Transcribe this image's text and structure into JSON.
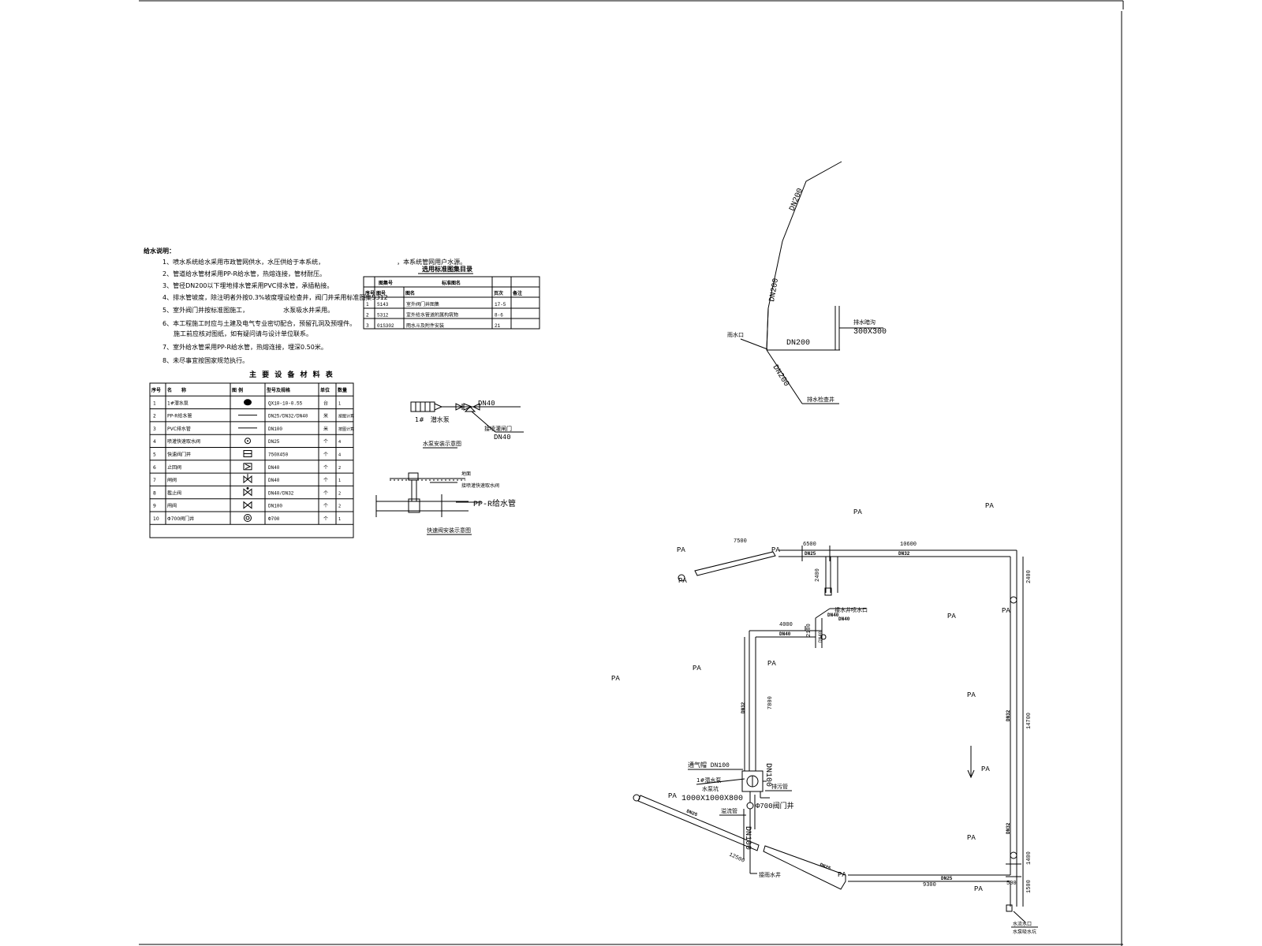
{
  "notes": {
    "title": "给水说明：",
    "items": [
      "1、喷水系统给水采用市政管网供水，水压供给于本系统，　　　　　　　　　　　　，本系统管网用户水源。",
      "2、管道给水管材采用PP-R给水管，热熔连接，管材耐压。",
      "3、管径DN200以下埋地排水管采用PVC排水管，承插粘接。",
      "4、排水管坡度，除注明者外按0.3%坡度埋设检查井，阀门井采用标准图集S312",
      "5、室外阀门井按标准图施工，　　　　　　水泵吸水井采用。",
      "6、本工程施工时应与土建及电气专业密切配合，预留孔洞及预埋件。",
      "施工前应核对图纸，如有疑问请与设计单位联系。",
      "7、室外给水管采用PP-R给水管，热熔连接，埋深0.50米。",
      "8、未尽事宜按国家规范执行。"
    ]
  },
  "materials": {
    "title": "主 要 设 备 材 料 表",
    "headers": [
      "序号",
      "名　　称",
      "图 例",
      "型号及规格",
      "单位",
      "数量"
    ],
    "rows": [
      [
        "1",
        "1#潜水泵",
        "pump",
        "QX10-10-0.55",
        "台",
        "1"
      ],
      [
        "2",
        "PP-R给水管",
        "line",
        "DN25/DN32/DN40",
        "米",
        "按图计算"
      ],
      [
        "3",
        "PVC排水管",
        "line",
        "DN100",
        "米",
        "按图计算"
      ],
      [
        "4",
        "喷灌快速取水阀",
        "circle",
        "DN25",
        "个",
        "4"
      ],
      [
        "5",
        "快速阀门井",
        "box",
        "750X450",
        "个",
        "4"
      ],
      [
        "6",
        "止回阀",
        "check",
        "DN40",
        "个",
        "2"
      ],
      [
        "7",
        "闸阀",
        "gate",
        "DN40",
        "个",
        "1"
      ],
      [
        "8",
        "截止阀",
        "stop",
        "DN40/DN32",
        "个",
        "2"
      ],
      [
        "9",
        "闸阀",
        "gate2",
        "DN100",
        "个",
        "2"
      ],
      [
        "10",
        "Φ700阀门井",
        "well",
        "Φ700",
        "个",
        "1"
      ]
    ]
  },
  "stdtable": {
    "title": "选用标准图集目录",
    "headers": [
      "序号",
      "图号",
      "图名",
      "页次",
      "备注"
    ],
    "group_headers": [
      "图集号",
      "标准图名"
    ],
    "rows": [
      [
        "1",
        "S143",
        "室外阀门井图集",
        "17-5",
        ""
      ],
      [
        "2",
        "S312",
        "室外给水管道附属构筑物",
        "8-6",
        ""
      ],
      [
        "3",
        "01S302",
        "雨水斗及附件安装",
        "21",
        ""
      ]
    ]
  },
  "pump_detail": {
    "pump_label": "1#　潜水泵",
    "dn_top": "DN40",
    "valve_note": "接喷灌闸门",
    "dn_bottom": "DN40",
    "caption": "水泵安装示意图"
  },
  "valve_detail": {
    "ground": "地面",
    "valve_label": "接喷灌快速取水阀",
    "pipe_label": "PP-R给水管",
    "caption": "快速阀安装示意图"
  },
  "drain": {
    "dn_upper": "DN200",
    "dn_mid": "DN200",
    "dn_horizontal": "DN200",
    "dn_lower": "DN200",
    "left_label": "雨水口",
    "outlet_label": "排水暗沟",
    "outlet_size": "300X300",
    "well_label": "排水检查井"
  },
  "plan": {
    "pa_label": "PA",
    "dims": [
      "7500",
      "6500",
      "10600",
      "2400",
      "4000",
      "2100",
      "7800",
      "14700",
      "2400",
      "1400",
      "1500",
      "9300",
      "12500",
      "500"
    ],
    "pipe_labels": [
      "DN25",
      "DN32",
      "DN40",
      "DN40",
      "DN32",
      "DN32",
      "DN32",
      "DN25",
      "DN25",
      "DN25"
    ],
    "drain_dn": "DN100",
    "drain_dn2": "DN100",
    "callouts": {
      "vent": "通气帽 DN100",
      "pump": "1#潜水泵",
      "pit": "水泵坑",
      "pit_size": "1000X1000X800",
      "drain_pipe": "排污管",
      "well": "Φ700阀门井",
      "overflow": "溢流管",
      "outlet": "接雨水井",
      "join": "接水井喷水口",
      "join_dn": "DN40",
      "end1": "水流水口",
      "end2": "水泵吸水坑"
    }
  }
}
